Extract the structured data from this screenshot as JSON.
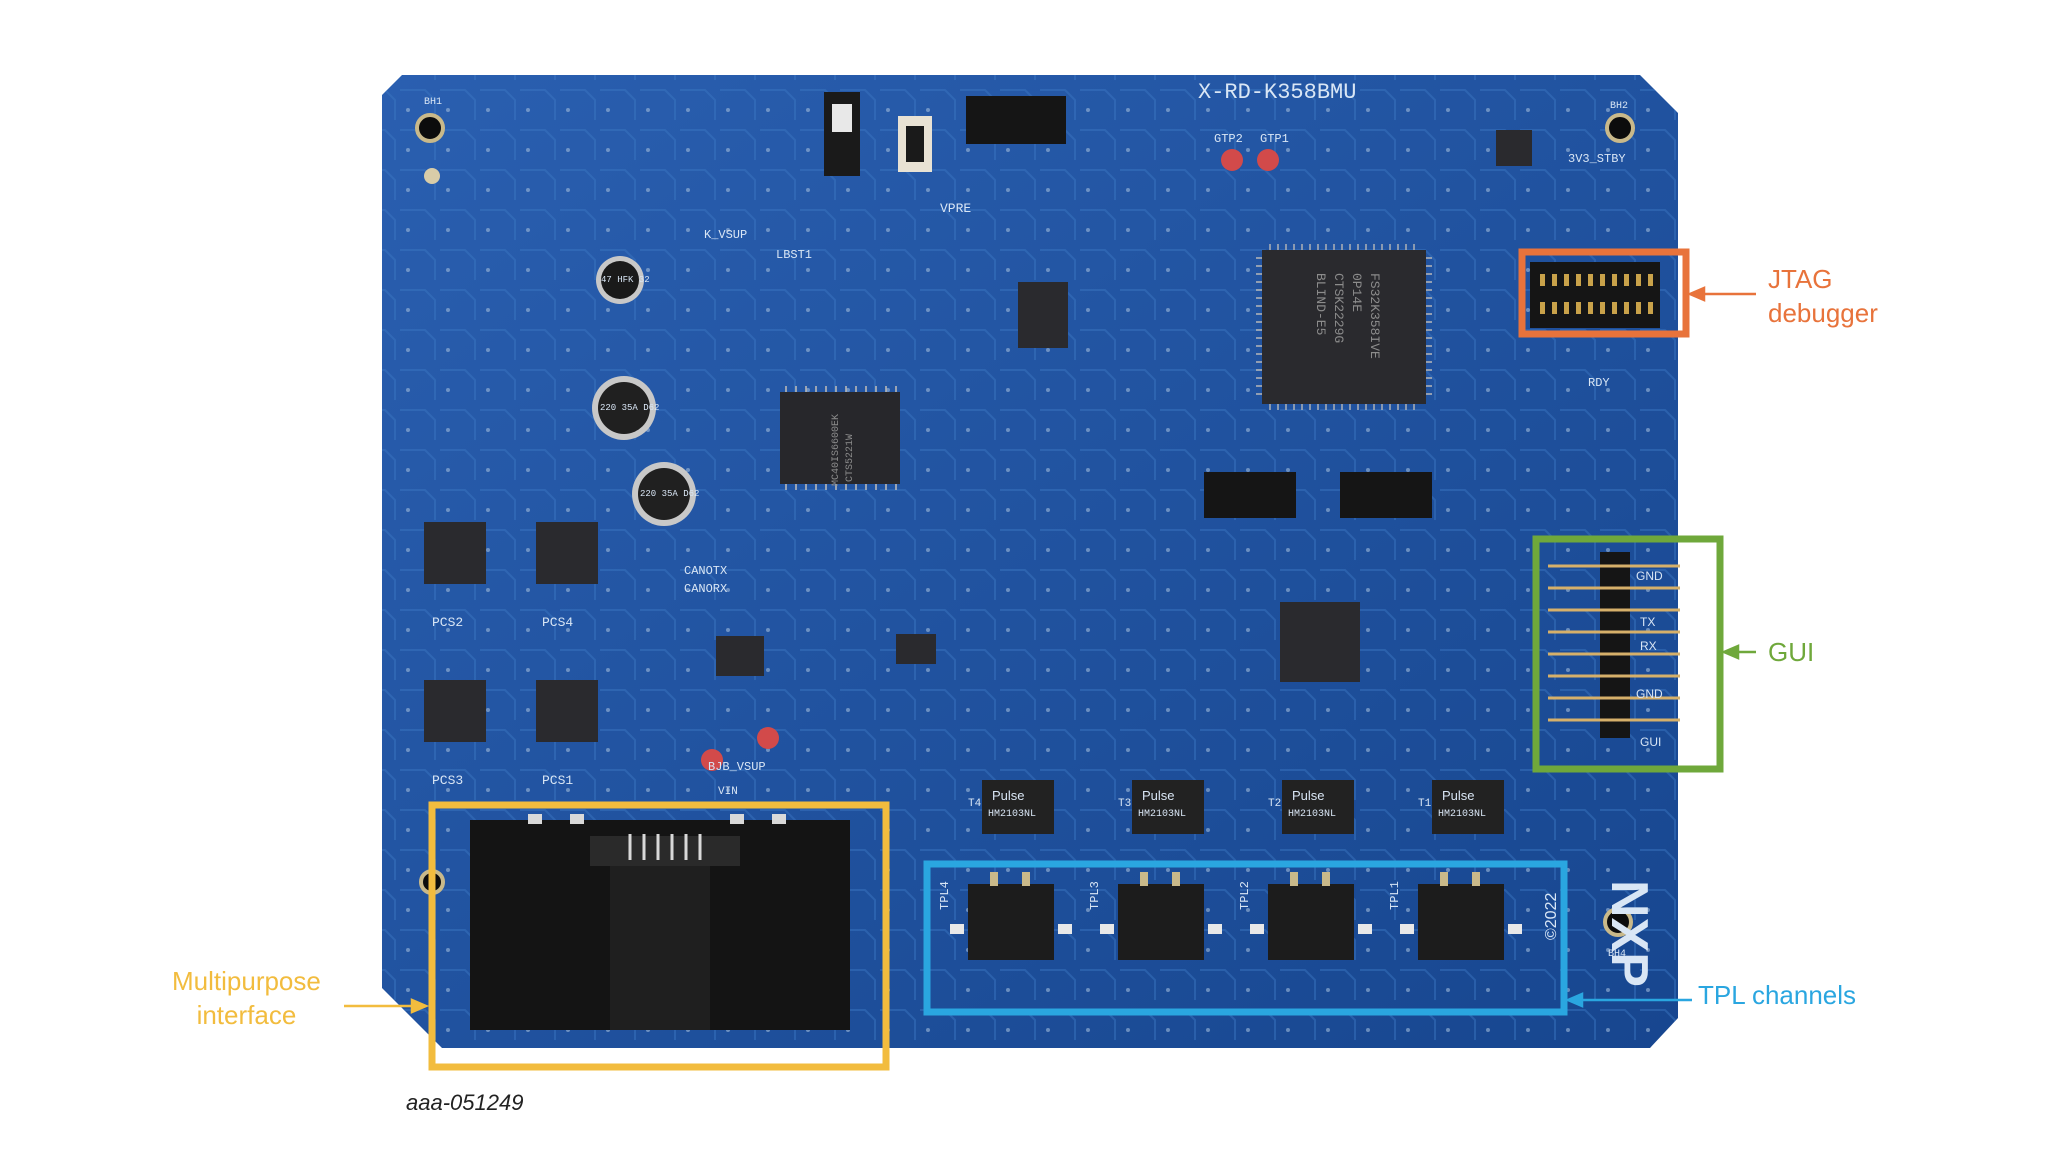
{
  "callouts": {
    "jtag": {
      "line1": "JTAG",
      "line2": "debugger"
    },
    "gui": "GUI",
    "tpl": "TPL channels",
    "multipurpose": {
      "line1": "Multipurpose",
      "line2": "interface"
    }
  },
  "figure_id": "aaa-051249",
  "board": {
    "silkscreen_title": "X-RD-K358BMU",
    "year_mark": "©2022",
    "brand": "NXP",
    "mcu_text": [
      "FS32K358IVE",
      "0P14E",
      "CTSK2229G",
      "BLIND-E5"
    ],
    "afe_text": [
      "MC40IS6600EK",
      "CTS5221W"
    ],
    "gui_pins": [
      "GND",
      "TX",
      "RX",
      "GND",
      "GUI"
    ],
    "transformer_brand": "Pulse",
    "transformer_part": "HM2103NL",
    "transformers": [
      "T4",
      "T3",
      "T2",
      "T1"
    ],
    "tpl_ports": [
      "TPL4",
      "TPL3",
      "TPL2",
      "TPL1"
    ],
    "cap_labels": [
      "47 HFK 32",
      "220 35A D62",
      "220 35A D62"
    ],
    "misc_labels": [
      "K_VSUP",
      "LBST1",
      "VPRE",
      "GTP2",
      "GTP1",
      "VIN",
      "BJB_VSUP",
      "PCS2",
      "PCS4",
      "PCS3",
      "PCS1",
      "3V3_STBY",
      "CANOTX",
      "CANORX",
      "BH1",
      "BH2",
      "BH4",
      "RDY"
    ]
  },
  "colors": {
    "board": "#1f4f9c",
    "jtag_box": "#e8733b",
    "gui_box": "#6fa83b",
    "tpl_box": "#2aa6e0",
    "multi_box": "#f2bc3e"
  }
}
